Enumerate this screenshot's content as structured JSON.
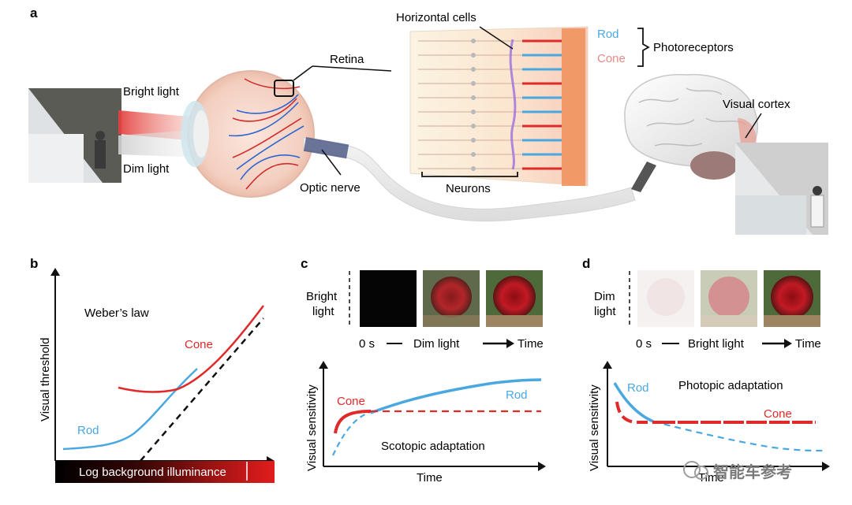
{
  "panel_a": {
    "label": "a",
    "bright_light": "Bright light",
    "dim_light": "Dim light",
    "retina": "Retina",
    "optic_nerve": "Optic nerve",
    "horizontal_cells": "Horizontal cells",
    "rod": "Rod",
    "cone": "Cone",
    "photoreceptors": "Photoreceptors",
    "neurons": "Neurons",
    "visual_cortex": "Visual cortex"
  },
  "panel_b": {
    "label": "b",
    "ylabel": "Visual threshold",
    "xlabel": "Log background illuminance",
    "annotation": "Weber’s law",
    "series": [
      {
        "name": "Rod",
        "color": "#4aa8e0"
      },
      {
        "name": "Cone",
        "color": "#e02a2a"
      }
    ]
  },
  "panel_c": {
    "label": "c",
    "condition_line1": "Bright",
    "condition_line2": "light",
    "t0": "0 s",
    "arrow_label": "Dim light",
    "time_word": "Time",
    "ylabel": "Visual sensitivity",
    "xlabel": "Time",
    "title": "Scotopic adaptation",
    "series": [
      {
        "name": "Cone",
        "color": "#e02a2a"
      },
      {
        "name": "Rod",
        "color": "#4aa8e0"
      }
    ]
  },
  "panel_d": {
    "label": "d",
    "condition_line1": "Dim",
    "condition_line2": "light",
    "t0": "0 s",
    "arrow_label": "Bright light",
    "time_word": "Time",
    "ylabel": "Visual sensitivity",
    "xlabel": "Time",
    "title": "Photopic adaptation",
    "series": [
      {
        "name": "Rod",
        "color": "#4aa8e0"
      },
      {
        "name": "Cone",
        "color": "#e02a2a"
      }
    ]
  },
  "watermark": "智能车参考",
  "colors": {
    "rod": "#4aa8e0",
    "cone": "#e02a2a",
    "text": "#111111"
  }
}
